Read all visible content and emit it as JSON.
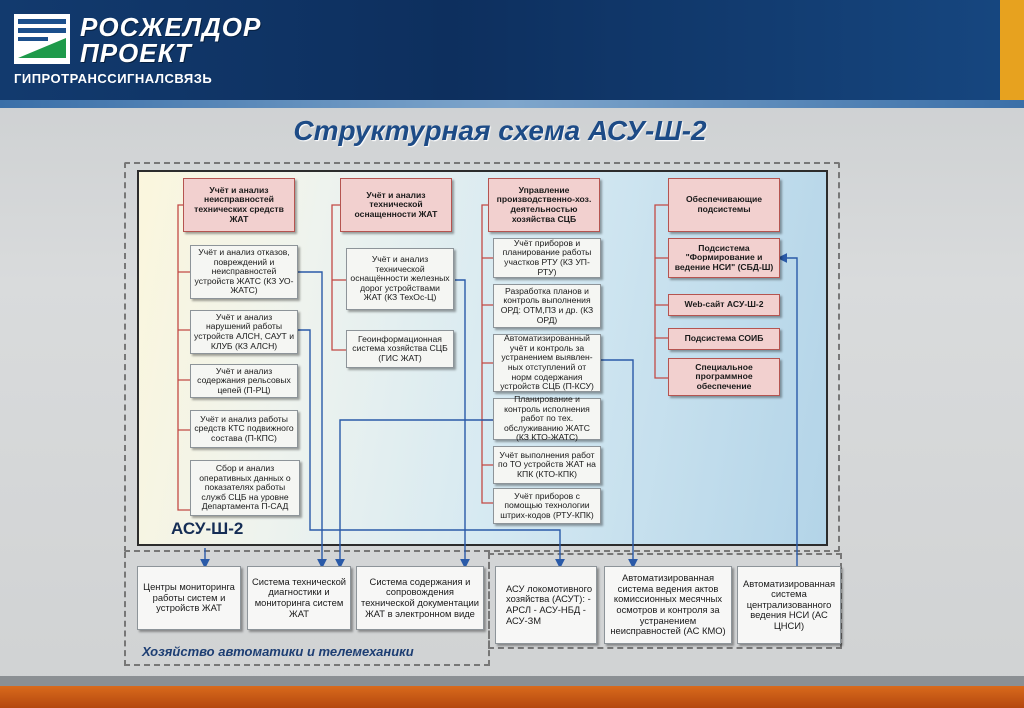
{
  "header": {
    "logo_line1": "РОСЖЕЛДОР",
    "logo_line2": "ПРОЕКТ",
    "logo_sub": "ГИПРОТРАНССИГНАЛСВЯЗЬ"
  },
  "title": "Структурная схема АСУ-Ш-2",
  "panel_label": "АСУ-Ш-2",
  "bottom_label": "Хозяйство автоматики и телемеханики",
  "col1": {
    "head": "Учёт и анализ неисправностей технических средств ЖАТ",
    "items": [
      "Учёт и анализ отказов, повреждений и неисправностей устройств ЖАТС (КЗ УО-ЖАТС)",
      "Учёт и анализ нарушений работы устройств АЛСН, САУТ и КЛУБ (КЗ АЛСН)",
      "Учёт и анализ содержания рельсовых цепей (П-РЦ)",
      "Учёт и анализ работы средств КТС подвижного состава (П-КПС)",
      "Сбор и анализ оперативных данных о показателях работы служб СЦБ на уровне Департамента П-САД"
    ]
  },
  "col2": {
    "head": "Учёт и анализ технической оснащенности ЖАТ",
    "items": [
      "Учёт и анализ технической оснащённости железных дорог устройствами ЖАТ (КЗ ТехОс-Ц)",
      "Геоинформационная система хозяйства СЦБ (ГИС ЖАТ)"
    ]
  },
  "col3": {
    "head": "Управление производственно-хоз. деятельностью хозяйства СЦБ",
    "items": [
      "Учёт приборов и планирование работы участков РТУ (КЗ УП-РТУ)",
      "Разработка планов и контроль выполнения ОРД: ОТМ,ПЗ и др. (КЗ ОРД)",
      "Автоматизированный учёт и контроль за устранением выявлен-ных отступлений от норм содержания устройств СЦБ (П-КСУ)",
      "Планирование и контроль исполнения работ по тех. обслуживанию ЖАТС (КЗ КТО-ЖАТС)",
      "Учёт выполнения работ по ТО устройств ЖАТ на КПК (КТО-КПК)",
      "Учёт приборов с помощью технологии штрих-кодов (РТУ-КПК)"
    ]
  },
  "col4": {
    "head": "Обеспечивающие подсистемы",
    "items": [
      "Подсистема \"Формирование и ведение НСИ\" (СБД-Ш)",
      "Web-сайт АСУ-Ш-2",
      "Подсистема СОИБ",
      "Специальное программное обеспечение"
    ]
  },
  "external": [
    "Центры мониторинга работы систем и устройств ЖАТ",
    "Система технической диагностики и мониторинга систем ЖАТ",
    "Система содержания и сопровождения технической документации ЖАТ в электронном виде",
    "АСУ локомотивного хозяйства (АСУТ): - АРСЛ - АСУ-НБД - АСУ-ЗМ",
    "Автоматизированная система ведения актов комиссионных месячных осмотров и контроля за устранением неисправностей (АС КМО)",
    "Автоматизированная система централизованного ведения НСИ (АС ЦНСИ)"
  ],
  "colors": {
    "header_bg": "#0d2f5e",
    "accent_orange": "#d96a1c",
    "title": "#1d4b86",
    "head_box": "#f2d0cf",
    "arrow": "#2a5aa8"
  }
}
